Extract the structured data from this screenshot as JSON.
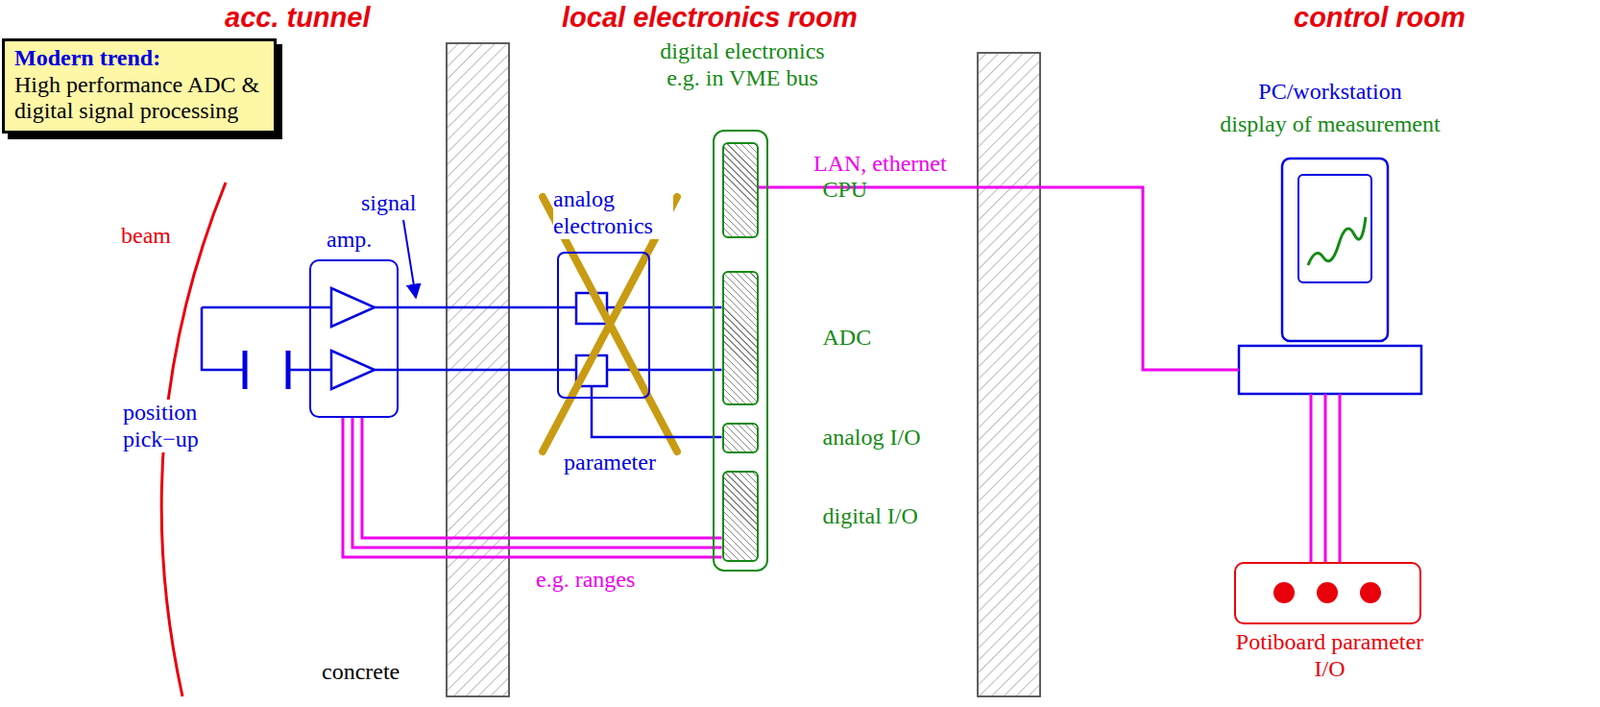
{
  "diagram": {
    "nodes": [
      {
        "text": [
          "Modern trend:",
          "High performance ADC & digital signal processing"
        ]
      },
      {
        "text": [
          "amp."
        ]
      },
      {
        "text": [
          "analog electronics"
        ]
      },
      {
        "text": [
          "digital electronics e.g. in VME bus"
        ]
      },
      {
        "text": [
          "CPU"
        ],
        "in": 3
      },
      {
        "text": [
          "ADC"
        ],
        "in": 3
      },
      {
        "text": [
          "analog I/O"
        ],
        "in": 3
      },
      {
        "text": [
          "digital I/O"
        ],
        "in": 3
      },
      {
        "text": [
          "PC/workstation",
          "display of measurement"
        ]
      },
      {
        "text": [
          "Potiboard parameter I/O"
        ]
      }
    ],
    "edges": [
      {
        "from": 1,
        "to": 2,
        "arrow": "none"
      },
      {
        "from": 1,
        "to": 2,
        "arrow": "none"
      },
      {
        "from": 2,
        "to": 5,
        "arrow": "none"
      },
      {
        "from": 2,
        "to": 5,
        "arrow": "none"
      },
      {
        "from": 2,
        "to": 6,
        "label": "parameter",
        "arrow": "none"
      },
      {
        "from": 1,
        "to": 7,
        "label": "e.g. ranges",
        "arrow": "none"
      },
      {
        "from": 4,
        "to": 8,
        "label": "LAN, ethernet",
        "arrow": "none"
      },
      {
        "from": 8,
        "to": 9,
        "arrow": "none"
      }
    ],
    "labels": [
      "acc. tunnel",
      "local electronics room",
      "control room",
      "beam",
      "signal",
      "position pick−up",
      "concrete"
    ]
  }
}
